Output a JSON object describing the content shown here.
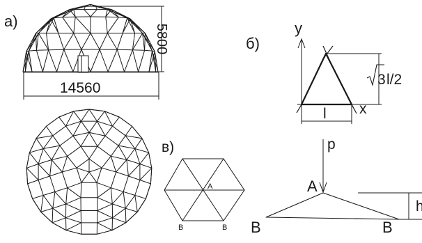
{
  "labels": {
    "part_a": "а)",
    "part_b": "б)",
    "part_v": "в)",
    "dome_width": "14560",
    "dome_height": "5800",
    "axis_y": "y",
    "axis_x": "x",
    "tri_height_prefix": "3",
    "tri_height_suffix": "l/2",
    "tri_base": "l",
    "hex_center": "A",
    "hex_b1": "B",
    "hex_b2": "B",
    "load": "p",
    "truss_apex": "A",
    "truss_b_left": "B",
    "truss_b_right": "B",
    "truss_h": "h"
  }
}
